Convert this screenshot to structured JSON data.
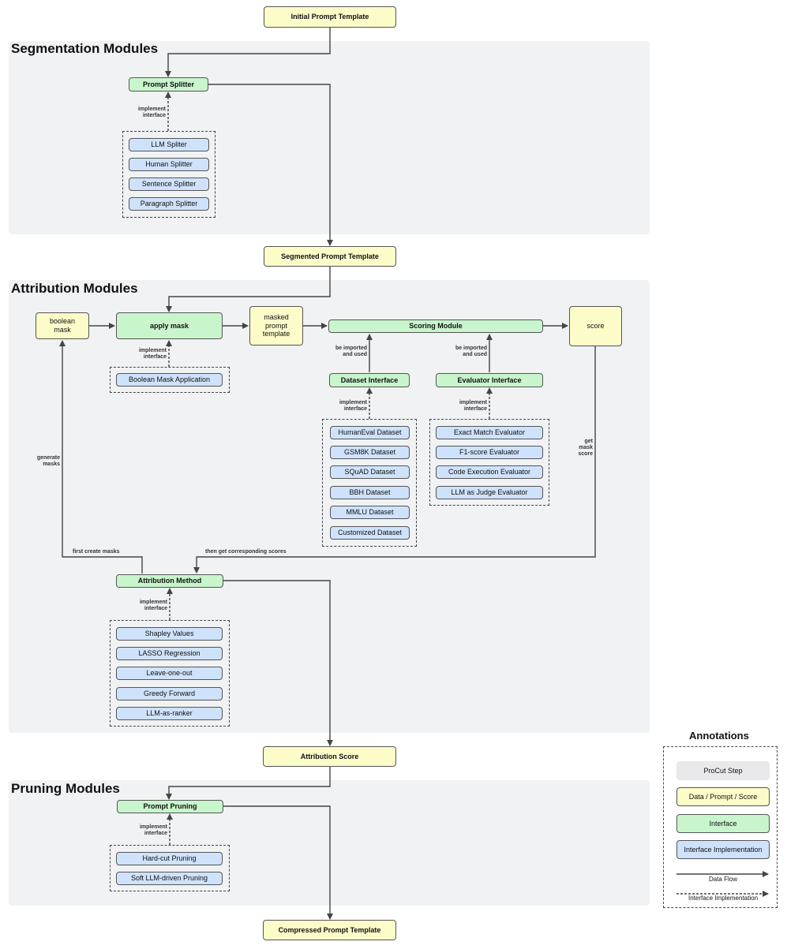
{
  "top": {
    "initial_prompt": "Initial Prompt Template"
  },
  "segmentation": {
    "title": "Segmentation Modules",
    "interface": "Prompt Splitter",
    "implement_label": "implement\ninterface",
    "implementations": [
      "LLM Spliter",
      "Human Splitter",
      "Sentence Splitter",
      "Paragraph Splitter"
    ]
  },
  "segmented_prompt": "Segmented Prompt Template",
  "attribution": {
    "title": "Attribution Modules",
    "boolean_mask": "boolean\nmask",
    "apply_mask": "apply mask",
    "apply_implement_label": "implement\ninterface",
    "apply_impl": "Boolean Mask Application",
    "masked_prompt": "masked\nprompt\ntemplate",
    "scoring_module": "Scoring Module",
    "score": "score",
    "dataset_imported_label": "be imported\nand used",
    "evaluator_imported_label": "be imported\nand used",
    "dataset_interface": "Dataset Interface",
    "evaluator_interface": "Evaluator Interface",
    "dataset_implement_label": "implement\ninterface",
    "evaluator_implement_label": "implement\ninterface",
    "datasets": [
      "HumanEval Dataset",
      "GSM8K Dataset",
      "SQuAD Dataset",
      "BBH Dataset",
      "MMLU Dataset",
      "Customized Dataset"
    ],
    "evaluators": [
      "Exact Match Evaluator",
      "F1-score Evaluator",
      "Code Execution Evaluator",
      "LLM as Judge Evaluator"
    ],
    "get_mask_score": "get\nmask\nscore",
    "generate_masks": "generate\nmasks",
    "first_create_masks": "first create masks",
    "then_get_scores": "then get corresponding scores",
    "method_interface": "Attribution Method",
    "method_implement_label": "implement\ninterface",
    "methods": [
      "Shapley Values",
      "LASSO Regression",
      "Leave-one-out",
      "Greedy Forward",
      "LLM-as-ranker"
    ]
  },
  "attribution_score": "Attribution Score",
  "pruning": {
    "title": "Pruning Modules",
    "interface": "Prompt Pruning",
    "implement_label": "implement\ninterface",
    "implementations": [
      "Hard-cut Pruning",
      "Soft LLM-driven Pruning"
    ]
  },
  "compressed_prompt": "Compressed Prompt Template",
  "annotations": {
    "title": "Annotations",
    "procut_step": "ProCut Step",
    "data_prompt_score": "Data / Prompt / Score",
    "interface": "Interface",
    "interface_impl": "Interface Implementation",
    "data_flow": "Data Flow",
    "interface_impl_line": "Interface Implementation"
  },
  "colors": {
    "panel": "#f1f2f4",
    "data_yellow": "#fcfcc9",
    "interface_green": "#c8f5cc",
    "impl_blue": "#cfe2fb",
    "step_gray": "#e9e9eb",
    "line": "#444444"
  }
}
